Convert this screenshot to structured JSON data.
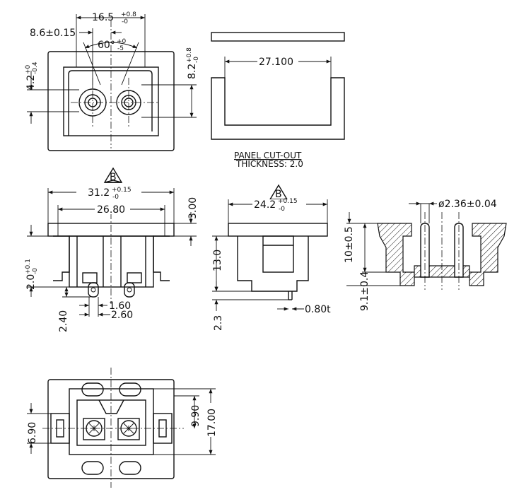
{
  "front_view": {
    "width_top": "16.5",
    "width_top_tol_upper": "+0.8",
    "width_top_tol_lower": "-0",
    "pin_offset": "8.6±0.15",
    "angle": "60°",
    "angle_tol_upper": "+0",
    "angle_tol_lower": "-5",
    "left_height": "4.2",
    "left_height_tol_upper": "+0",
    "left_height_tol_lower": "-0.4",
    "right_height": "8.2",
    "right_height_tol_upper": "+0.8",
    "right_height_tol_lower": "-0"
  },
  "panel_cutout": {
    "width": "27.100",
    "label_line1": "PANEL CUT-OUT",
    "label_line2": "THICKNESS: 2.0"
  },
  "side_view": {
    "revision": "B",
    "overall_width": "31.2",
    "overall_width_tol_upper": "+0.15",
    "overall_width_tol_lower": "-0",
    "inner_width": "26.80",
    "flange_height": "3.00",
    "clip_height": "2.0",
    "clip_height_tol_upper": "+0.1",
    "clip_height_tol_lower": "-0",
    "pin_height": "2.40",
    "pin_width_a": "1.60",
    "pin_width_b": "2.60"
  },
  "end_view": {
    "revision": "B",
    "width": "24.2",
    "width_tol_upper": "+0.15",
    "width_tol_lower": "-0",
    "body_height": "13.0",
    "pin_len": "2.3",
    "pin_thickness": "0.80t"
  },
  "section_view": {
    "pin_diameter": "ø2.36±0.04",
    "depth_a": "10±0.5",
    "depth_b": "9.1±0.4"
  },
  "bottom_view": {
    "left_dim": "6.90",
    "right_dim_a": "9.90",
    "right_dim_b": "17.00"
  }
}
